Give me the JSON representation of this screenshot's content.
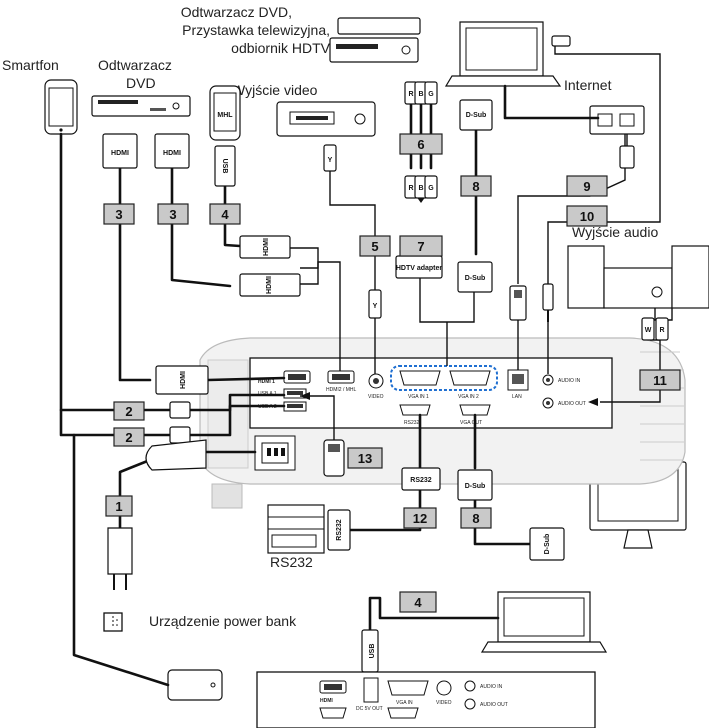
{
  "devices": {
    "dvd_combo_line1": "Odtwarzacz DVD,",
    "dvd_combo_line2": "Przystawka telewizyjna,",
    "dvd_combo_line3": "odbiornik HDTV",
    "smartphone": "Smartfon",
    "dvd_player_line1": "Odtwarzacz",
    "dvd_player_line2": "DVD",
    "video_out": "Wyjście video",
    "internet": "Internet",
    "audio_out": "Wyjście audio",
    "rs232": "RS232",
    "power_bank": "Urządzenie power bank"
  },
  "connectors": {
    "hdmi": "HDMI",
    "mhl": "MHL",
    "usb": "USB",
    "dsub": "D-Sub",
    "rs232": "RS232",
    "hdtv_adapter": "HDTV adapter",
    "y": "Y",
    "r": "R",
    "b": "B",
    "g": "G",
    "w": "W"
  },
  "cable_numbers": [
    "1",
    "2",
    "2",
    "3",
    "3",
    "4",
    "5",
    "6",
    "7",
    "8",
    "8",
    "9",
    "10",
    "11",
    "12",
    "13",
    "4"
  ],
  "ports": {
    "hdmi1": "HDMI 1",
    "hdmi2": "HDMI2 / MHL",
    "usb_a1": "USB A 1",
    "usb_a2": "USB A 2",
    "video": "VIDEO",
    "vga_in1": "VGA IN 1",
    "vga_in2": "VGA IN 2",
    "lan": "LAN",
    "audio_in": "AUDIO IN",
    "audio_out": "AUDIO OUT",
    "rs232": "RS232",
    "vga_out": "VGA OUT",
    "dc5v_out": "DC 5V OUT",
    "vga_in": "VGA IN",
    "hdmi_logo": "HDMI"
  }
}
